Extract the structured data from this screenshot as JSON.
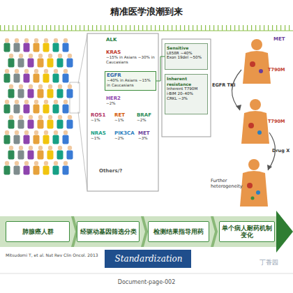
{
  "diagram": {
    "title": "精准医学浪潮到来",
    "nodes": [
      {
        "text": [
          "ALK"
        ]
      },
      {
        "text": [
          "KRAS",
          "~15% in Asians ~30% in Caucasians"
        ]
      },
      {
        "text": [
          "EGFR",
          "~40% in Asians ~15% in Caucasians"
        ]
      },
      {
        "text": [
          "HER2",
          "~2%"
        ]
      },
      {
        "text": [
          "ROS1",
          "~1%"
        ]
      },
      {
        "text": [
          "RET",
          "~1%"
        ]
      },
      {
        "text": [
          "BRAF",
          "~2%"
        ]
      },
      {
        "text": [
          "NRAS",
          "~1%"
        ]
      },
      {
        "text": [
          "PIK3CA",
          "~2%"
        ]
      },
      {
        "text": [
          "MET",
          "~3%"
        ]
      },
      {
        "text": [
          "Others/?"
        ]
      },
      {
        "text": [
          "Sensitive",
          "L858R ~40%",
          "Exon 19del ~50%"
        ]
      },
      {
        "text": [
          "Inherent resistance",
          "Inherent T790M",
          "i-BIM 20–40%",
          "CRKL ~3%"
        ]
      },
      {
        "text": [
          "肺腺癌人群"
        ]
      },
      {
        "text": [
          "经驱动基因筛选分类"
        ]
      },
      {
        "text": [
          "检测结果指导用药"
        ]
      },
      {
        "text": [
          "单个病人耐药机制变化"
        ]
      }
    ],
    "edges": [
      {
        "from": 2,
        "to": 11,
        "arrow": "none"
      }
    ],
    "labels": [
      "MET",
      "T790M",
      "EGFR TKI",
      "T790M",
      "Drug X",
      "Further heterogeneity",
      "Mitsudomi T, et al. Nat Rev Clin Oncol. 2013",
      "Standardization",
      "丁香园",
      "Document-page-002"
    ]
  }
}
